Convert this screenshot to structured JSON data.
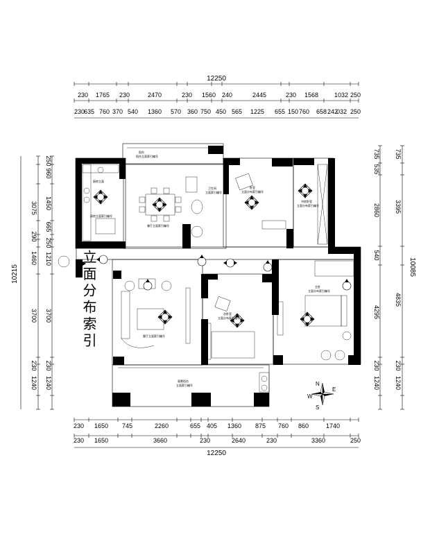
{
  "title": "立面分布索引",
  "dims": {
    "top_total": "12250",
    "top_row1": [
      "230",
      "1765",
      "230",
      "2470",
      "230",
      "1560",
      "240",
      "2445",
      "230",
      "1568",
      "1032",
      "250"
    ],
    "top_row2": [
      "230",
      "635",
      "760",
      "370",
      "540",
      "1360",
      "570",
      "360",
      "750",
      "450",
      "565",
      "1225",
      "655",
      "150",
      "760",
      "658",
      "242",
      "032",
      "250"
    ],
    "bottom_row1": [
      "230",
      "1650",
      "745",
      "2260",
      "655",
      "405",
      "1360",
      "875",
      "760",
      "860",
      "1740"
    ],
    "bottom_row2": [
      "230",
      "1650",
      "3660",
      "230",
      "2640",
      "230",
      "3360",
      "250"
    ],
    "bottom_total": "12250",
    "left_row1": [
      "250",
      "960",
      "1450",
      "665",
      "250",
      "1210",
      "3700",
      "230",
      "1240"
    ],
    "left_row2": [
      "3075",
      "290",
      "1460",
      "3700",
      "230",
      "1240"
    ],
    "left_total": "10215",
    "right_row1": [
      "735",
      "535",
      "2860",
      "540",
      "4295",
      "230",
      "1240"
    ],
    "right_row2": [
      "735",
      "3395",
      "4835",
      "230",
      "1240"
    ],
    "right_total": "10085"
  },
  "compass": {
    "n": "N",
    "s": "S",
    "e": "E",
    "w": "W"
  },
  "labels": {
    "kitchen": "厨房立面索引编号",
    "kitchen_top": "厨房立面",
    "dining": "餐厅立面索引编号",
    "balcony_top": "阳台",
    "balcony_top_sub": "阳台立面索引编号",
    "bath": "卫生间",
    "bath_sub": "立面索引编号",
    "bedroom1": "卧室",
    "bedroom1_sub": "立面分布索引编号",
    "study": "书房卧室",
    "study_sub": "立面分布索引编号",
    "living": "客厅立面索引编号",
    "bedroom2": "次卧室",
    "bedroom2_sub": "立面分布索引编号",
    "master": "主卧",
    "master_sub": "立面分布索引编号",
    "balcony_bottom": "观景阳台",
    "balcony_bottom_sub": "立面索引编号"
  }
}
